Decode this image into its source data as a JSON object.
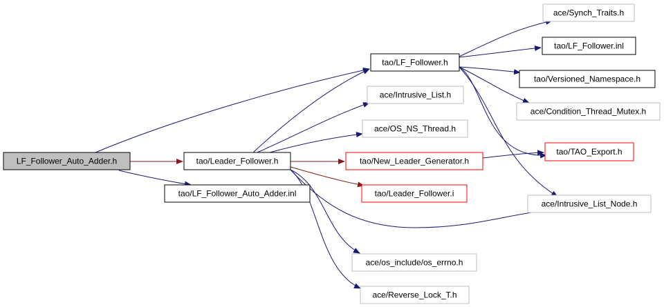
{
  "colors": {
    "background": "#ffffff",
    "edge_default": "#191970",
    "edge_highlight": "#8b1a1a",
    "border_normal": "#000000",
    "border_missing": "#bfbfbf",
    "border_truncated": "#ff0000",
    "fill_focus": "#bfbfbf",
    "fill_default": "#ffffff"
  },
  "nodes": [
    {
      "id": "root",
      "label": "LF_Follower_Auto_Adder.h",
      "style": "focus"
    },
    {
      "id": "leader",
      "label": "tao/Leader_Follower.h",
      "style": "normal"
    },
    {
      "id": "adder_inl",
      "label": "tao/LF_Follower_Auto_Adder.inl",
      "style": "normal"
    },
    {
      "id": "lf_follower",
      "label": "tao/LF_Follower.h",
      "style": "normal"
    },
    {
      "id": "intrusive_list",
      "label": "ace/Intrusive_List.h",
      "style": "missing"
    },
    {
      "id": "os_ns_thread",
      "label": "ace/OS_NS_Thread.h",
      "style": "missing"
    },
    {
      "id": "new_leader",
      "label": "tao/New_Leader_Generator.h",
      "style": "truncated"
    },
    {
      "id": "leader_i",
      "label": "tao/Leader_Follower.i",
      "style": "truncated"
    },
    {
      "id": "os_errno",
      "label": "ace/os_include/os_errno.h",
      "style": "missing"
    },
    {
      "id": "reverse_lock",
      "label": "ace/Reverse_Lock_T.h",
      "style": "missing"
    },
    {
      "id": "synch_traits",
      "label": "ace/Synch_Traits.h",
      "style": "missing"
    },
    {
      "id": "lf_follower_inl",
      "label": "tao/LF_Follower.inl",
      "style": "normal"
    },
    {
      "id": "versioned_ns",
      "label": "tao/Versioned_Namespace.h",
      "style": "normal"
    },
    {
      "id": "cond_mutex",
      "label": "ace/Condition_Thread_Mutex.h",
      "style": "missing"
    },
    {
      "id": "tao_export",
      "label": "tao/TAO_Export.h",
      "style": "truncated"
    },
    {
      "id": "list_node",
      "label": "ace/Intrusive_List_Node.h",
      "style": "missing"
    }
  ],
  "edges": [
    {
      "from": "root",
      "to": "leader",
      "highlight": true
    },
    {
      "from": "root",
      "to": "adder_inl",
      "highlight": false
    },
    {
      "from": "root",
      "to": "lf_follower",
      "highlight": false
    },
    {
      "from": "leader",
      "to": "lf_follower",
      "highlight": false
    },
    {
      "from": "leader",
      "to": "intrusive_list",
      "highlight": false
    },
    {
      "from": "leader",
      "to": "os_ns_thread",
      "highlight": false
    },
    {
      "from": "leader",
      "to": "new_leader",
      "highlight": true
    },
    {
      "from": "leader",
      "to": "leader_i",
      "highlight": true
    },
    {
      "from": "leader",
      "to": "list_node",
      "highlight": false
    },
    {
      "from": "leader",
      "to": "os_errno",
      "highlight": false
    },
    {
      "from": "leader",
      "to": "reverse_lock",
      "highlight": false
    },
    {
      "from": "lf_follower",
      "to": "synch_traits",
      "highlight": false
    },
    {
      "from": "lf_follower",
      "to": "lf_follower_inl",
      "highlight": false
    },
    {
      "from": "lf_follower",
      "to": "versioned_ns",
      "highlight": false
    },
    {
      "from": "lf_follower",
      "to": "cond_mutex",
      "highlight": false
    },
    {
      "from": "lf_follower",
      "to": "tao_export",
      "highlight": false
    },
    {
      "from": "lf_follower",
      "to": "list_node",
      "highlight": false
    },
    {
      "from": "new_leader",
      "to": "tao_export",
      "highlight": false
    }
  ]
}
